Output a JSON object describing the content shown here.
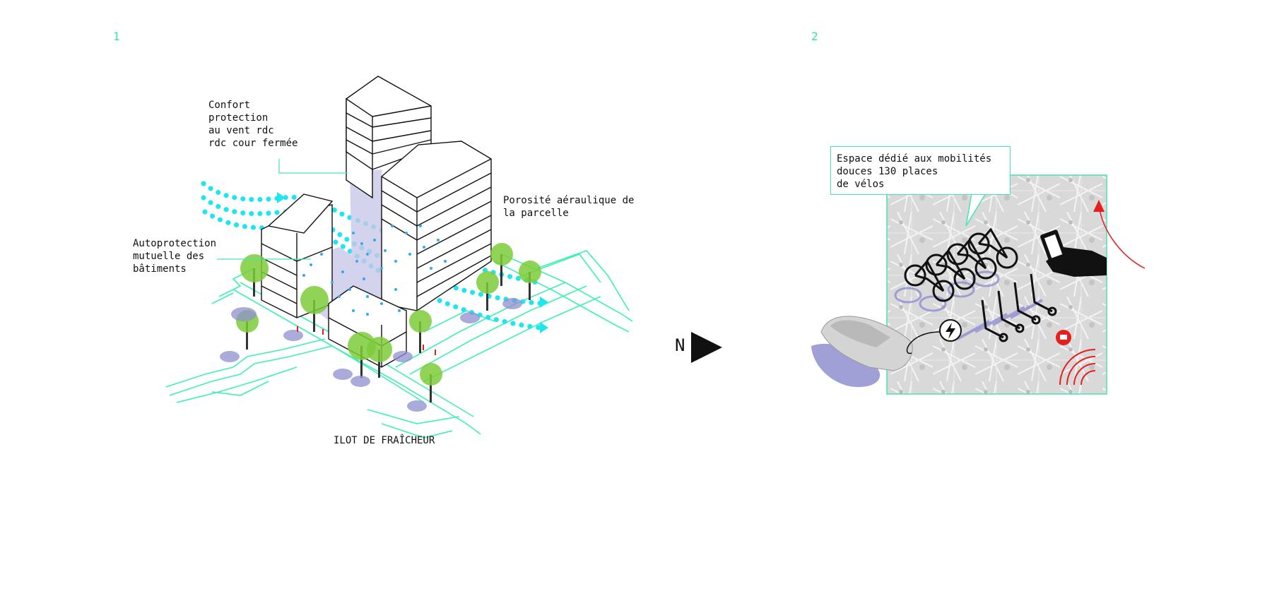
{
  "panel1": {
    "number": "1",
    "labels": {
      "confort": "Confort\nprotection\nau vent rdc\nrdc cour fermée",
      "porosite": "Porosité aéraulique de\nla parcelle",
      "autoprotection": "Autoprotection\nmutuelle des\nbâtiments",
      "ilot": "ILOT DE FRAÎCHEUR"
    }
  },
  "north": {
    "letter": "N"
  },
  "panel2": {
    "number": "2",
    "callout": "Espace dédié aux mobilités\ndouces 130 places\nde vélos"
  },
  "colors": {
    "accent": "#2ee6a8",
    "wind": "#1ee6f0",
    "tree": "#7ccb3a",
    "shadow": "#8f8fd0",
    "alert": "#e61e1e"
  },
  "icons": [
    "wind-arrow-icon",
    "tree-icon",
    "north-arrow-icon",
    "bicycle-icon",
    "scooter-icon",
    "smartphone-icon",
    "charging-icon",
    "car-icon",
    "wifi-signal-icon",
    "location-pin-icon"
  ]
}
